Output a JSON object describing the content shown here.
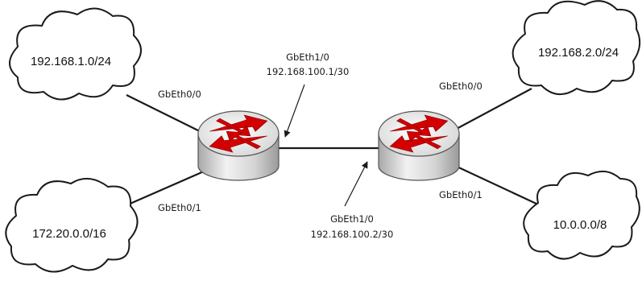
{
  "clouds": {
    "top_left": "192.168.1.0/24",
    "bottom_left": "172.20.0.0/16",
    "top_right": "192.168.2.0/24",
    "bottom_right": "10.0.0.0/8"
  },
  "router_left": {
    "gb00": "GbEth0/0",
    "gb01": "GbEth0/1",
    "gb10_name": "GbEth1/0",
    "gb10_ip": "192.168.100.1/30"
  },
  "router_right": {
    "gb00": "GbEth0/0",
    "gb01": "GbEth0/1",
    "gb10_name": "GbEth1/0",
    "gb10_ip": "192.168.100.2/30"
  },
  "colors": {
    "router_arrow": "#d40000",
    "router_body": "#e6e6e6"
  },
  "icons": [
    "router-icon",
    "cloud-icon"
  ]
}
